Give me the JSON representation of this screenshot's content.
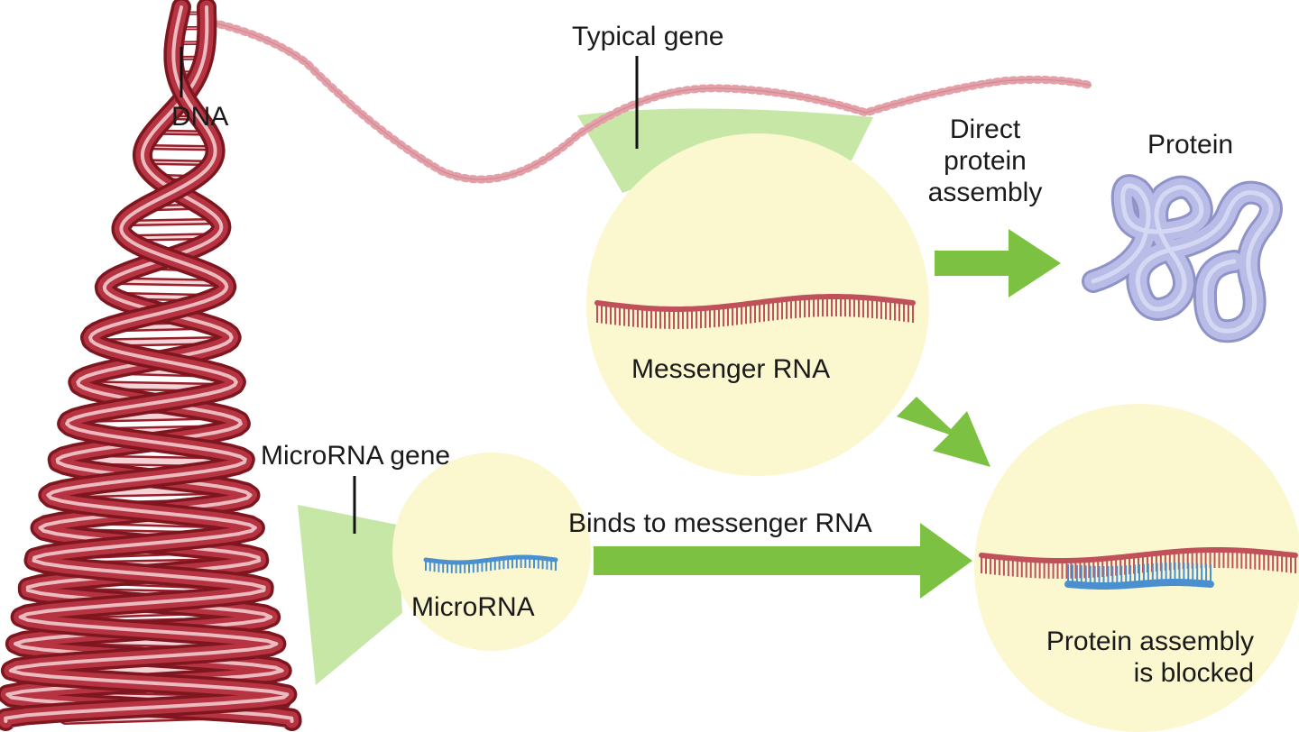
{
  "colors": {
    "dna_dark": "#9a1f2a",
    "dna_light": "#f4d3d6",
    "dna_distant": "#e3a0a8",
    "mrna": "#c0505a",
    "microrna": "#4a8fd0",
    "protein": "#b8bce6",
    "bubble": "#fbf7cf",
    "arrow": "#7dc142",
    "highlight": "#c7e7a6"
  },
  "labels": {
    "dna": "DNA",
    "typical_gene": "Typical gene",
    "microrna_gene": "MicroRNA gene",
    "messenger_rna": "Messenger RNA",
    "microrna": "MicroRNA",
    "protein": "Protein",
    "direct_assembly": [
      "Direct",
      "protein",
      "assembly"
    ],
    "binds": "Binds to messenger RNA",
    "blocked": [
      "Protein assembly",
      "is blocked"
    ]
  },
  "icons": {
    "dna": "double-helix-icon",
    "protein": "folded-protein-icon"
  }
}
